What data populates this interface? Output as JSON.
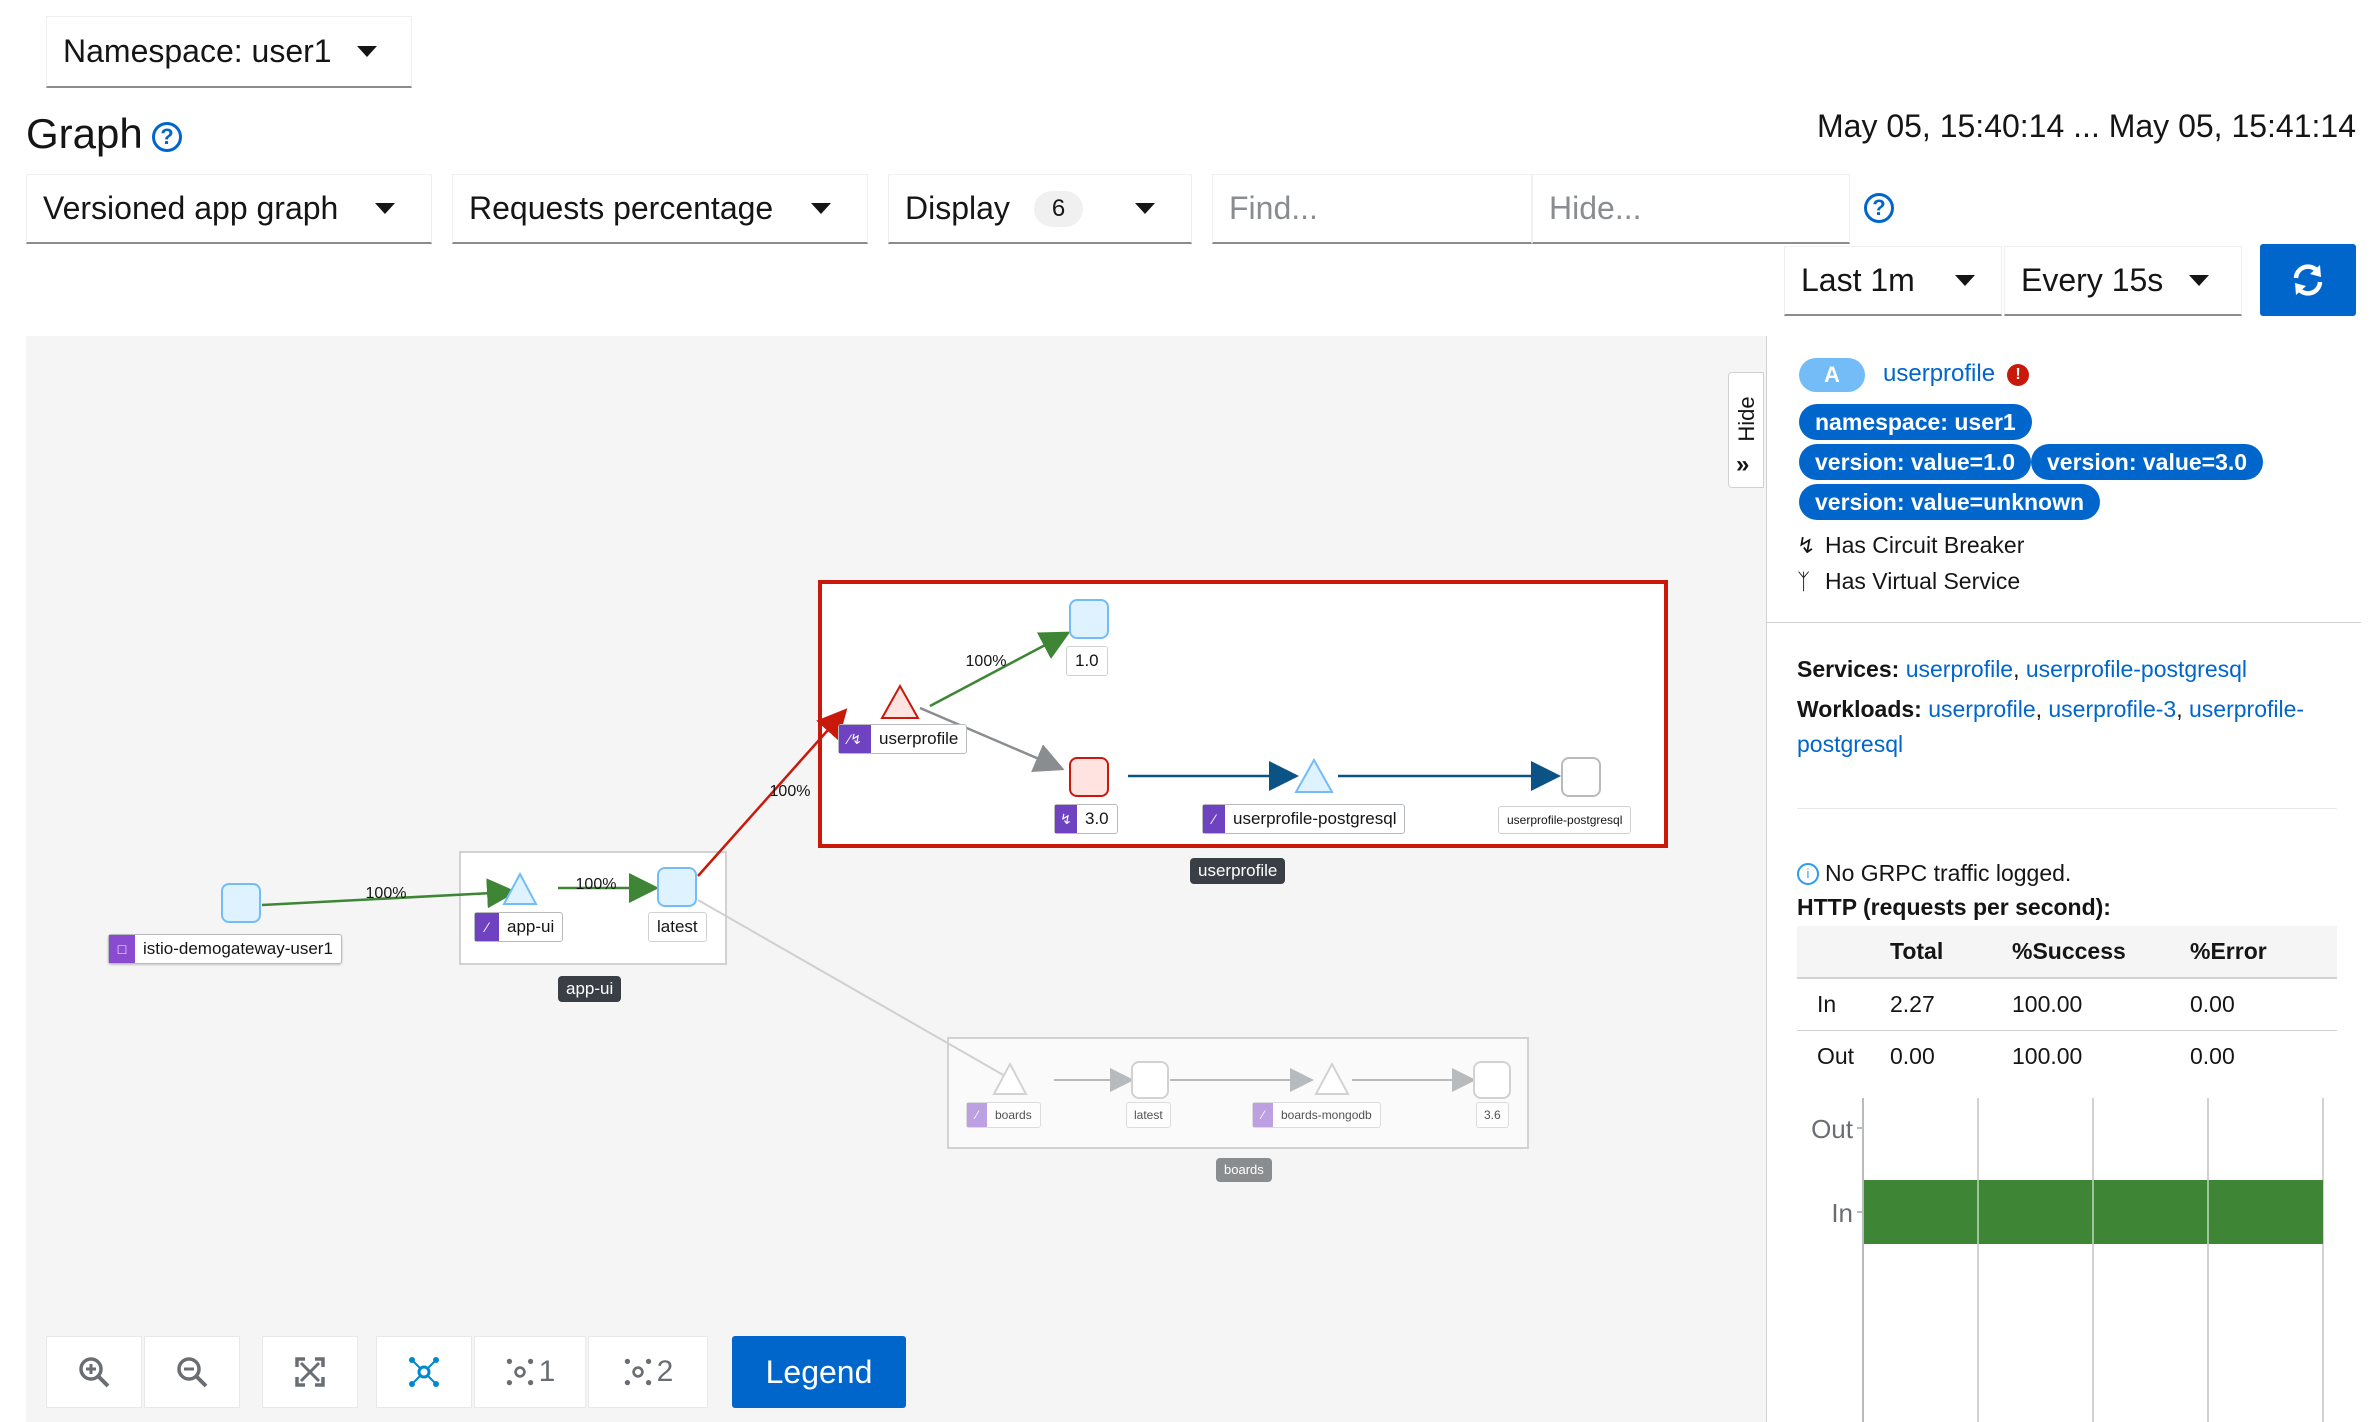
{
  "namespace_selector": {
    "label": "Namespace: user1"
  },
  "page_title": "Graph",
  "time_range_text": "May 05, 15:40:14 ... May 05, 15:41:14",
  "toolbar": {
    "graph_type": "Versioned app graph",
    "edge_label": "Requests percentage",
    "display": {
      "label": "Display",
      "count": "6"
    },
    "find_placeholder": "Find...",
    "hide_placeholder": "Hide...",
    "duration": "Last 1m",
    "refresh_interval": "Every 15s",
    "refresh_icon": "sync-icon",
    "help_icon": "question-circle-icon"
  },
  "graph": {
    "edge_labels": {
      "gateway_to_appui": "100%",
      "appui_to_latest": "100%",
      "latest_to_userprofile": "100%",
      "userprofile_to_v10": "100%"
    },
    "nodes": {
      "gateway": "istio-demogateway-user1",
      "appui_service": "app-ui",
      "appui_latest": "latest",
      "appui_box": "app-ui",
      "userprofile_service": "userprofile",
      "userprofile_v10": "1.0",
      "userprofile_v30": "3.0",
      "userprofile_postgresql_service": "userprofile-postgresql",
      "userprofile_postgresql_workload": "userprofile-postgresql",
      "userprofile_box": "userprofile",
      "boards_service": "boards",
      "boards_latest": "latest",
      "boards_mongodb_service": "boards-mongodb",
      "boards_mongodb_version": "3.6",
      "boards_box": "boards"
    },
    "colors": {
      "healthy_edge": "#3e8635",
      "error_edge": "#c9190b",
      "tcp_edge": "#0b5384",
      "idle_edge": "#b8bbbe",
      "selection_box": "#c9190b"
    }
  },
  "graph_toolbar": {
    "zoom_in_icon": "zoom-in-icon",
    "zoom_out_icon": "zoom-out-icon",
    "fit_icon": "expand-icon",
    "layout_default_icon": "topology-icon",
    "layout_1_label": "1",
    "layout_2_label": "2",
    "legend_label": "Legend"
  },
  "side_panel": {
    "hide_tab": "Hide",
    "app_badge": "A",
    "app_name": "userprofile",
    "labels": [
      "namespace: user1",
      "version: value=1.0",
      "version: value=3.0",
      "version: value=unknown"
    ],
    "has_circuit_breaker": "Has Circuit Breaker",
    "has_virtual_service": "Has Virtual Service",
    "services_label": "Services:",
    "services": [
      "userprofile",
      "userprofile-postgresql"
    ],
    "workloads_label": "Workloads:",
    "workloads": [
      "userprofile",
      "userprofile-3",
      "userprofile-postgresql"
    ],
    "grpc_note": "No GRPC traffic logged.",
    "http_title": "HTTP (requests per second):",
    "http_table": {
      "headers": [
        "",
        "Total",
        "%Success",
        "%Error"
      ],
      "rows": [
        [
          "In",
          "2.27",
          "100.00",
          "0.00"
        ],
        [
          "Out",
          "0.00",
          "100.00",
          "0.00"
        ]
      ]
    }
  },
  "chart_data": {
    "type": "bar",
    "orientation": "horizontal",
    "categories": [
      "Out",
      "In"
    ],
    "series": [
      {
        "values": [
          0,
          100
        ]
      }
    ],
    "color": "#3e8635",
    "xlim": [
      0,
      100
    ],
    "grid": true
  }
}
